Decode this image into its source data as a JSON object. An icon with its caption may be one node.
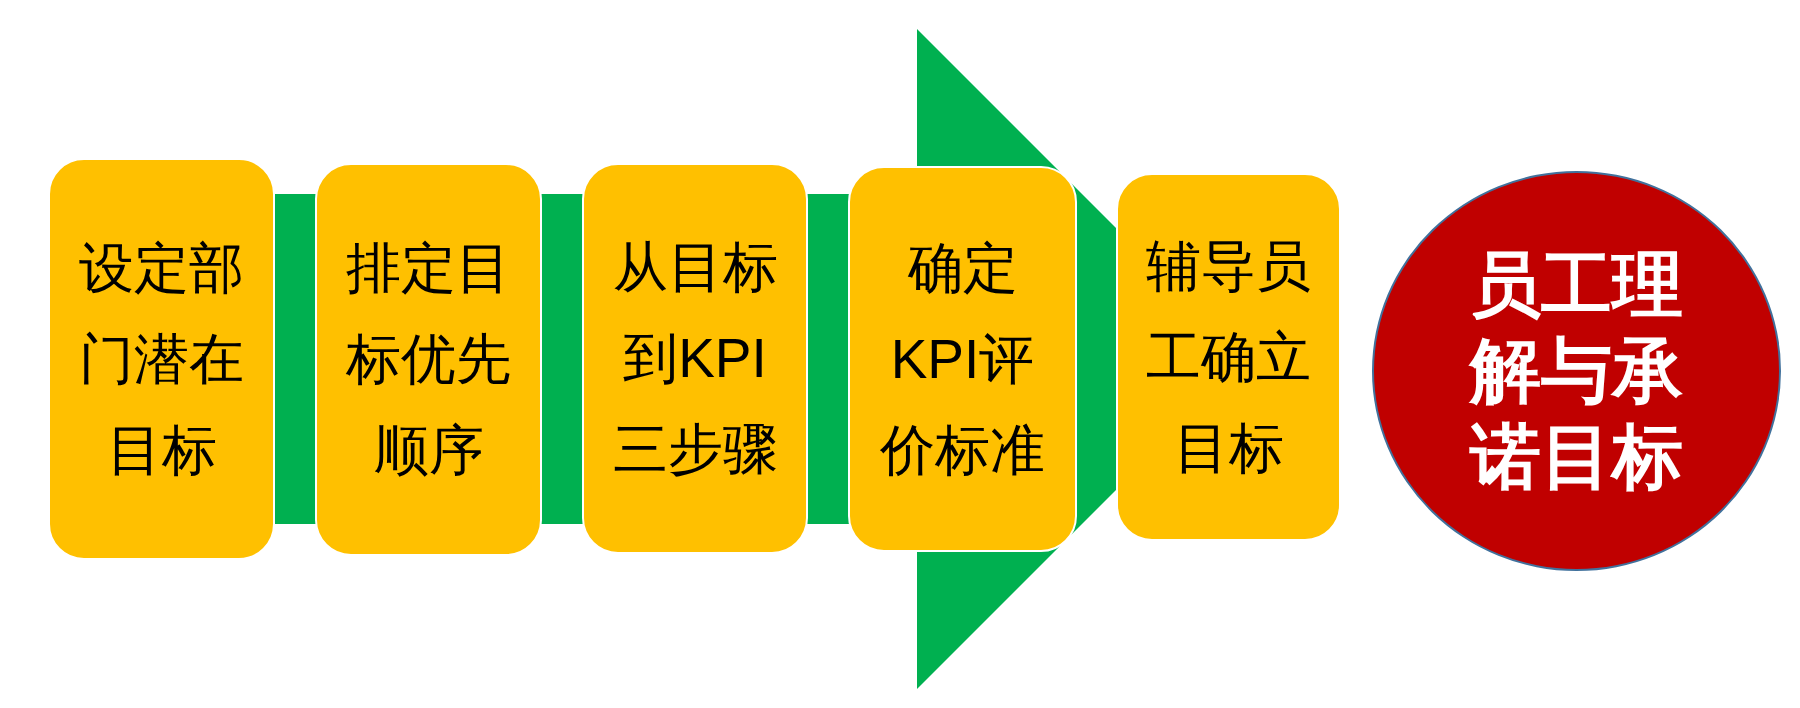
{
  "diagram": {
    "nodes": [
      {
        "text": [
          "设定部门潜在目标"
        ]
      },
      {
        "text": [
          "排定目标优先顺序"
        ]
      },
      {
        "text": [
          "从目标到KPI三步骤"
        ]
      },
      {
        "text": [
          "确定KPI评价标准"
        ]
      },
      {
        "text": [
          "辅导员工确立目标"
        ]
      },
      {
        "text": [
          "员工理解与承诺目标"
        ]
      }
    ]
  }
}
